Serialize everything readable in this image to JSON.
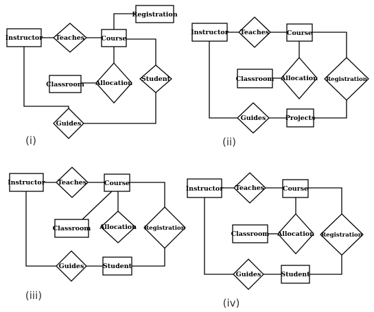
{
  "diagrams": {
    "d1": {
      "caption": "(i)",
      "instructor": "Instructor",
      "teaches": "Teaches",
      "course": "Course",
      "registration": "Registration",
      "classroom": "Classroom",
      "allocation": "Allocation",
      "student": "Student",
      "guides": "Guides"
    },
    "d2": {
      "caption": "(ii)",
      "instructor": "Instructor",
      "teaches": "Teaches",
      "course": "Course",
      "classroom": "Classroom",
      "allocation": "Allocation",
      "registration": "Registration",
      "guides": "Guides",
      "projects": "Projects"
    },
    "d3": {
      "caption": "(iii)",
      "instructor": "Instructor",
      "teaches": "Teaches",
      "course": "Course",
      "classroom": "Classroom",
      "allocation": "Allocation",
      "registration": "Registration",
      "guides": "Guides",
      "student": "Student"
    },
    "d4": {
      "caption": "(iv)",
      "instructor": "Instructor",
      "teaches": "Teaches",
      "course": "Course",
      "classroom": "Classroom",
      "allocation": "Allocation",
      "registration": "Registration",
      "guides": "Guides",
      "student": "Student"
    }
  }
}
